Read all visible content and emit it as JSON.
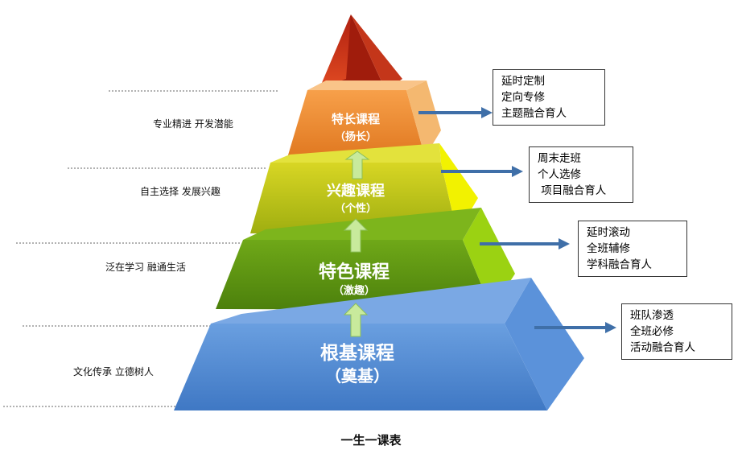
{
  "colors": {
    "peak": "#c0321c",
    "specialty": "#ee8a2c",
    "interest": "#c7c61c",
    "feature": "#5e9a12",
    "foundation": "#4a86d2",
    "arrow": "#3f6fa8",
    "up_arrow": "#c6e89a"
  },
  "tiers": [
    {
      "id": "specialty",
      "title": "特长课程",
      "subtitle": "（扬长）"
    },
    {
      "id": "interest",
      "title": "兴趣课程",
      "subtitle": "（个性）"
    },
    {
      "id": "feature",
      "title": "特色课程",
      "subtitle": "（激趣）"
    },
    {
      "id": "foundation",
      "title": "根基课程",
      "subtitle": "（奠基）"
    }
  ],
  "left_labels": [
    "专业精进  开发潜能",
    "自主选择  发展兴趣",
    "泛在学习  融通生活",
    "文化传承  立德树人"
  ],
  "notes": [
    [
      "延时定制",
      "定向专修",
      "主题融合育人"
    ],
    [
      "周末走班",
      "个人选修",
      " 项目融合育人"
    ],
    [
      "延时滚动",
      "全班辅修",
      "学科融合育人"
    ],
    [
      "班队渗透",
      "全班必修",
      "活动融合育人"
    ]
  ],
  "caption": "一生一课表"
}
